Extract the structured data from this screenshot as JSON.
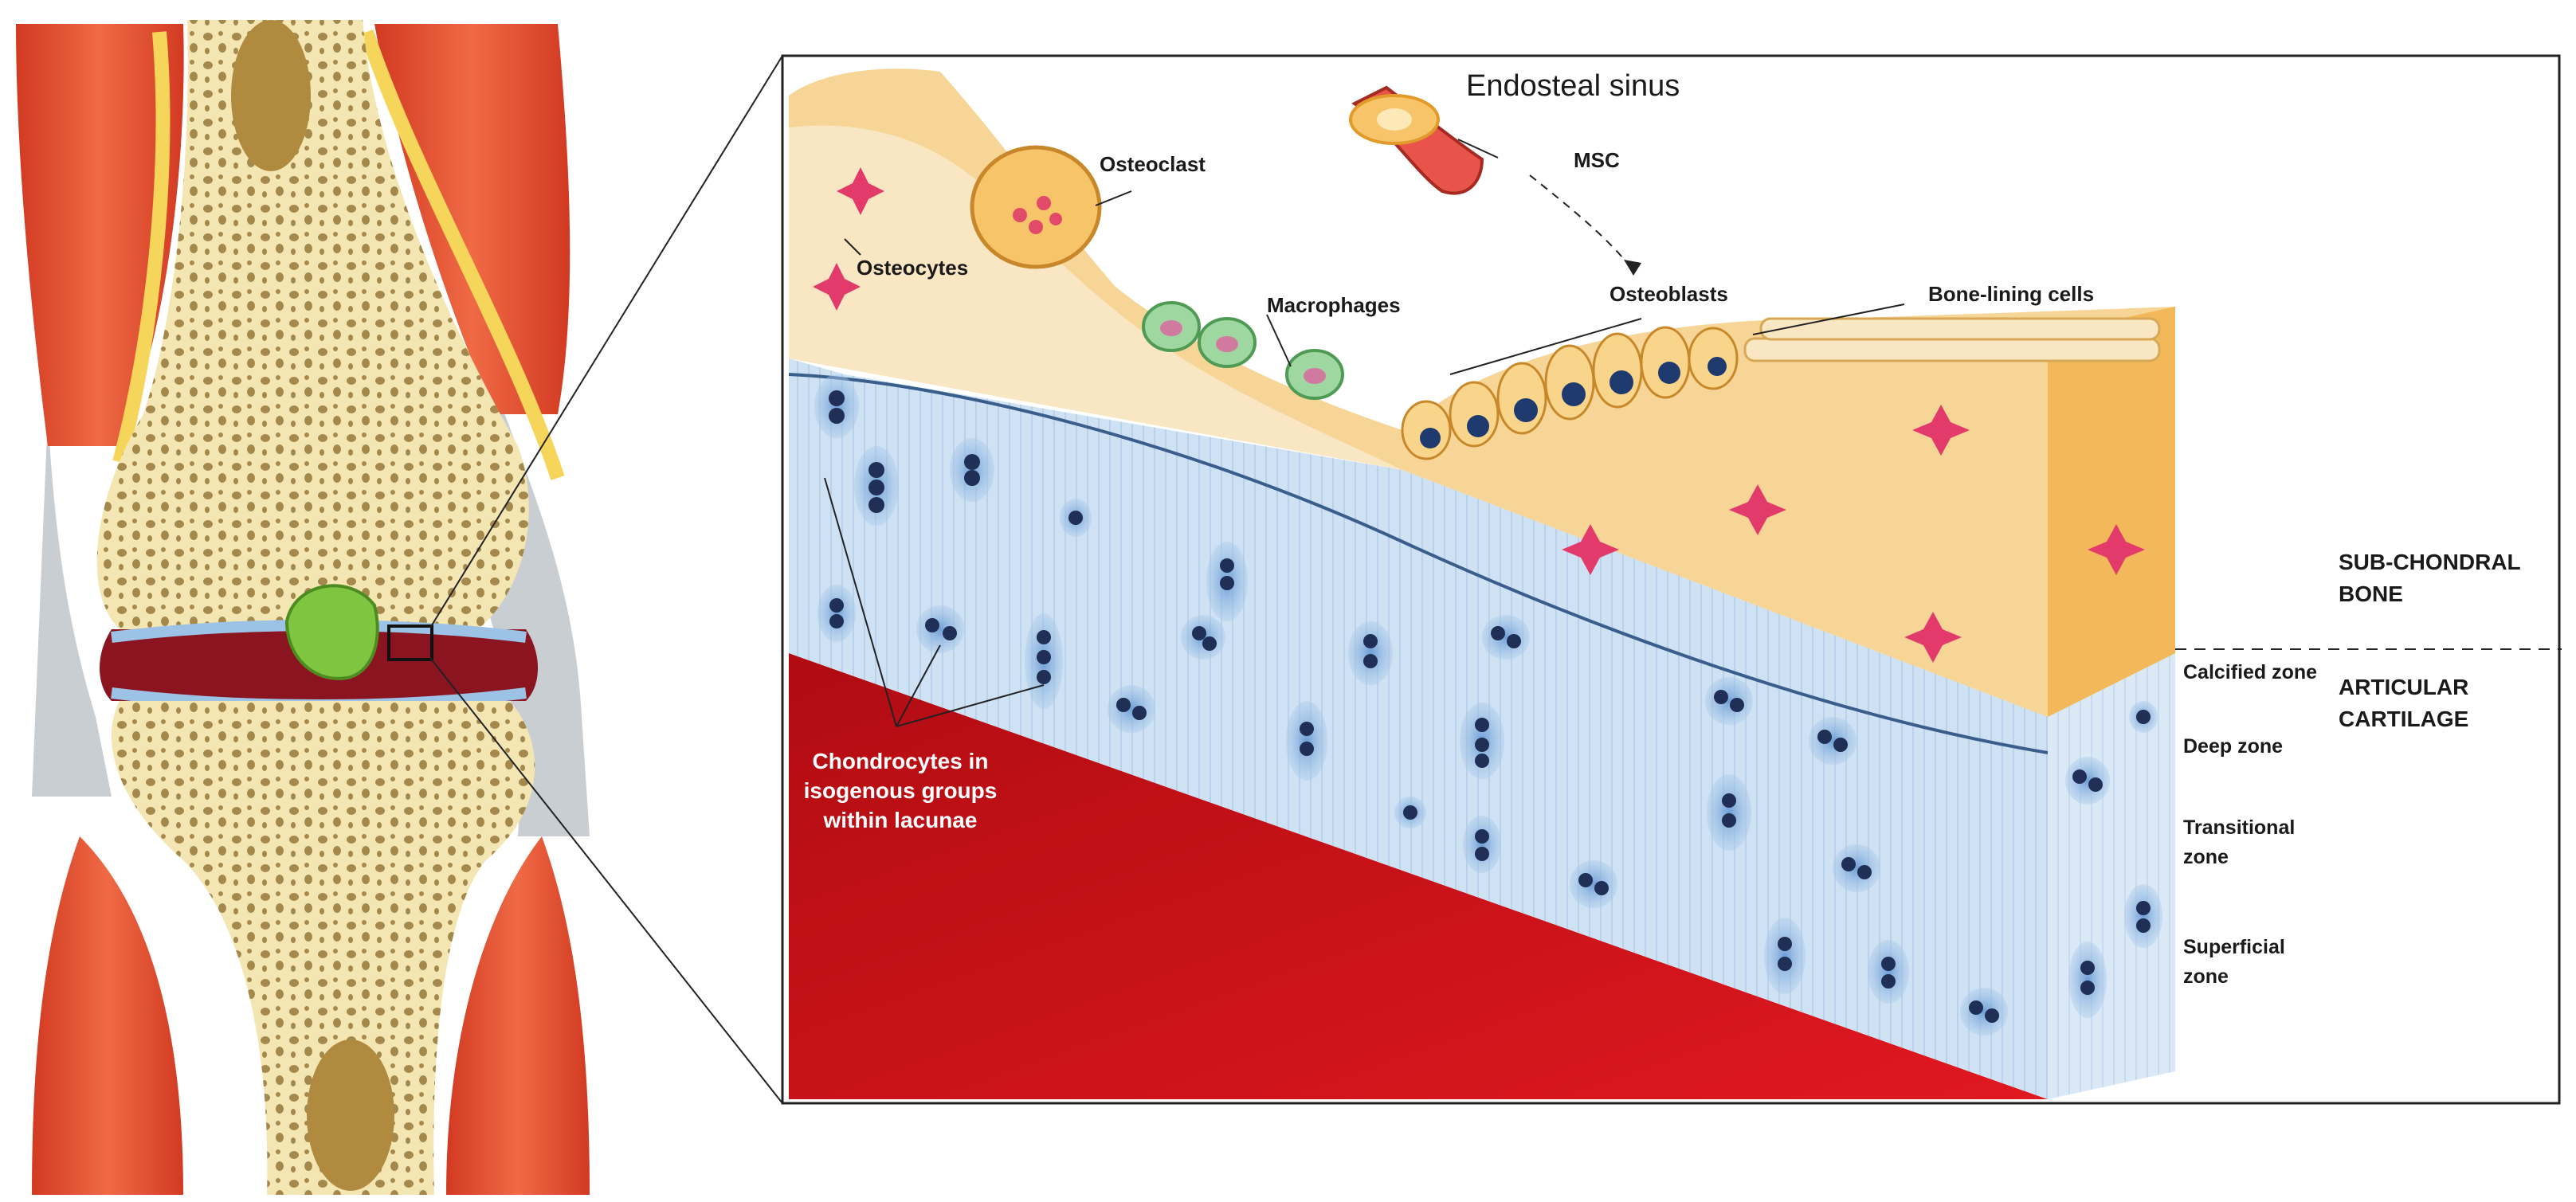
{
  "labels": {
    "endosteal_sinus": "Endosteal sinus",
    "msc": "MSC",
    "osteoclast": "Osteoclast",
    "osteocytes": "Osteocytes",
    "macrophages": "Macrophages",
    "osteoblasts": "Osteoblasts",
    "bone_lining_cells": "Bone-lining cells",
    "chondrocytes_line1": "Chondrocytes in",
    "chondrocytes_line2": "isogenous groups",
    "chondrocytes_line3": "within lacunae"
  },
  "regions": {
    "subchondral_line1": "SUB-CHONDRAL",
    "subchondral_line2": "BONE",
    "articular_line1": "ARTICULAR",
    "articular_line2": "CARTILAGE"
  },
  "zones": {
    "calcified": "Calcified zone",
    "deep": "Deep zone",
    "transitional_line1": "Transitional",
    "transitional_line2": "zone",
    "superficial_line1": "Superficial",
    "superficial_line2": "zone"
  },
  "colors": {
    "muscle": "#e0482e",
    "bone_marrow": "#f3e3a8",
    "cartilage_blue": "#bcd7ee",
    "bone_tissue": "#f5cd85",
    "joint_red": "#c8101a",
    "meniscus_green": "#7ec540"
  }
}
